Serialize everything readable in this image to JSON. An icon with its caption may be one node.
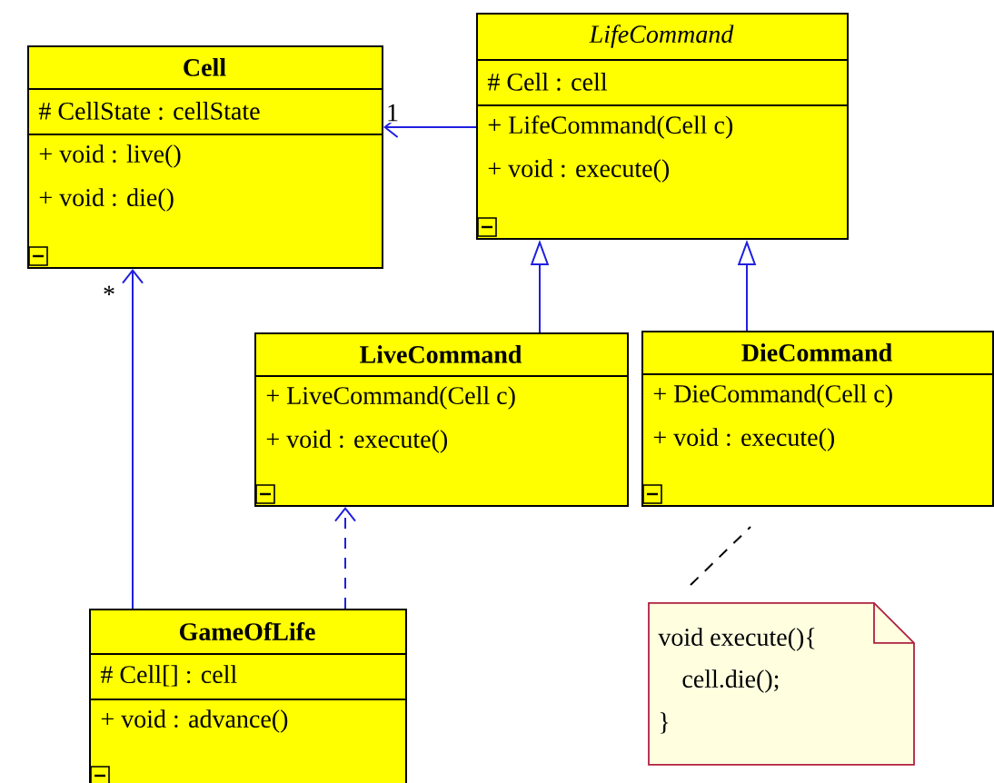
{
  "diagram": {
    "nodes": [
      {
        "text": [
          "Cell",
          "# CellState : cellState",
          "+ void : live()",
          "+ void : die()"
        ]
      },
      {
        "text": [
          "LifeCommand",
          "# Cell : cell",
          "+ LifeCommand(Cell c)",
          "+ void : execute()"
        ]
      },
      {
        "text": [
          "LiveCommand",
          "+ LiveCommand(Cell c)",
          "+ void : execute()"
        ]
      },
      {
        "text": [
          "DieCommand",
          "+ DieCommand(Cell c)",
          "+ void : execute()"
        ]
      },
      {
        "text": [
          "GameOfLife",
          "# Cell[] : cell",
          "+ void : advance()"
        ]
      },
      {
        "text": [
          "void execute(){",
          "cell.die();",
          "}"
        ]
      }
    ],
    "edges": [
      {
        "from": 1,
        "to": 0,
        "arrow": "to",
        "label": "1"
      },
      {
        "from": 4,
        "to": 0,
        "arrow": "to",
        "label": "*"
      },
      {
        "from": 2,
        "to": 1,
        "arrow": "to"
      },
      {
        "from": 3,
        "to": 1,
        "arrow": "to"
      },
      {
        "from": 4,
        "to": 2,
        "arrow": "to",
        "style": "dashed"
      },
      {
        "from": 5,
        "to": 3,
        "arrow": "none",
        "style": "dashed",
        "color": "#000000"
      }
    ]
  }
}
